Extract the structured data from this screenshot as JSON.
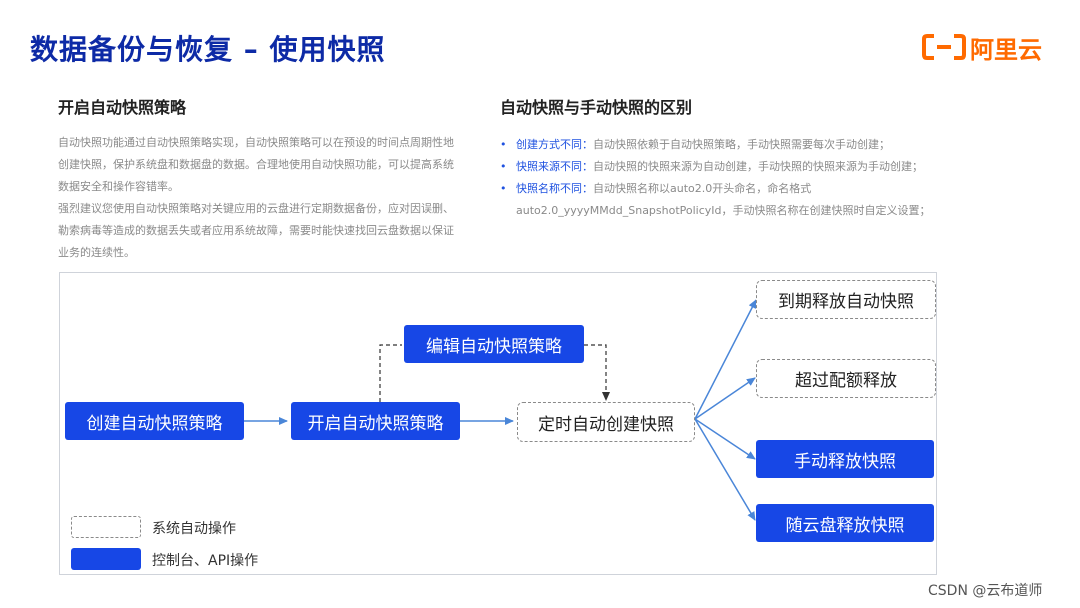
{
  "header": {
    "title": "数据备份与恢复 – 使用快照",
    "logo_text": "阿里云",
    "brand_color": "#ff6a00",
    "title_color": "#0d2aa6"
  },
  "left_section": {
    "title": "开启自动快照策略",
    "paragraph1": "自动快照功能通过自动快照策略实现，自动快照策略可以在预设的时间点周期性地创建快照，保护系统盘和数据盘的数据。合理地使用自动快照功能，可以提高系统数据安全和操作容错率。",
    "paragraph2": "强烈建议您使用自动快照策略对关键应用的云盘进行定期数据备份，应对因误删、勒索病毒等造成的数据丢失或者应用系统故障，需要时能快速找回云盘数据以保证业务的连续性。"
  },
  "right_section": {
    "title": "自动快照与手动快照的区别",
    "bullet": "•",
    "items": [
      {
        "key": "创建方式不同：",
        "text": "自动快照依赖于自动快照策略，手动快照需要每次手动创建；"
      },
      {
        "key": "快照来源不同：",
        "text": "自动快照的快照来源为自动创建，手动快照的快照来源为手动创建；"
      },
      {
        "key": "快照名称不同：",
        "text": "自动快照名称以auto2.0开头命名，命名格式auto2.0_yyyyMMdd_SnapshotPolicyId，手动快照名称在创建快照时自定义设置；"
      }
    ]
  },
  "diagram": {
    "nodes": {
      "create_policy": "创建自动快照策略",
      "enable_policy": "开启自动快照策略",
      "edit_policy": "编辑自动快照策略",
      "scheduled_create": "定时自动创建快照",
      "expire_release": "到期释放自动快照",
      "quota_release": "超过配额释放",
      "manual_release": "手动释放快照",
      "disk_release": "随云盘释放快照"
    },
    "legend": {
      "auto": "系统自动操作",
      "console": "控制台、API操作"
    },
    "colors": {
      "solid_node": "#1747e6",
      "arrow": "#4a86d8"
    }
  },
  "watermark": "CSDN @云布道师"
}
